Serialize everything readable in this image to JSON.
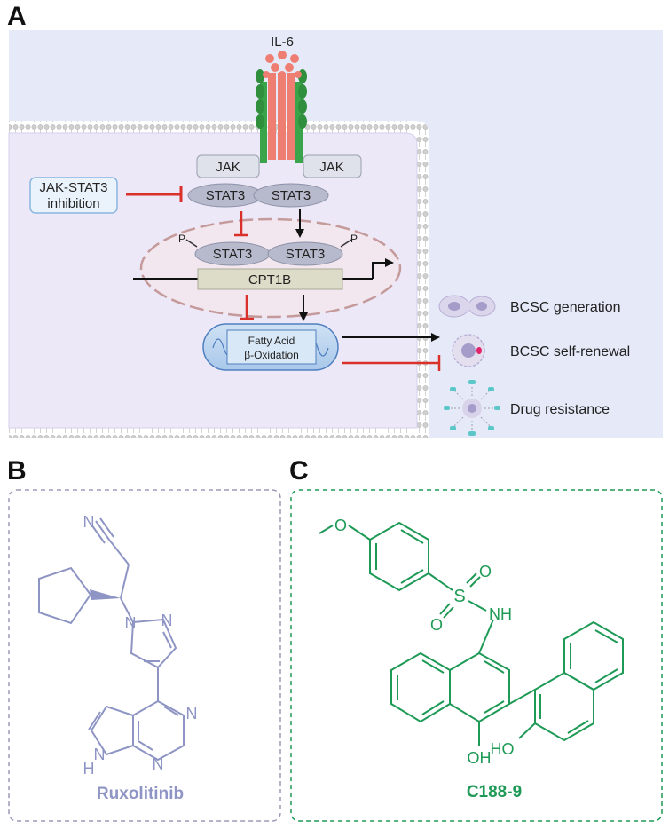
{
  "panels": {
    "a": "A",
    "b": "B",
    "c": "C"
  },
  "pathway": {
    "ligand": "IL-6",
    "jak_left": "JAK",
    "jak_right": "JAK",
    "stat3_cyto_left": "STAT3",
    "stat3_cyto_right": "STAT3",
    "stat3_nuc_left": "STAT3",
    "stat3_nuc_right": "STAT3",
    "phospho_left": "P",
    "phospho_right": "P",
    "gene": "CPT1B",
    "inhibition_line1": "JAK-STAT3",
    "inhibition_line2": "inhibition",
    "mito_line1": "Fatty Acid",
    "mito_line2": "β-Oxidation",
    "outcomes": [
      "BCSC generation",
      "BCSC self-renewal",
      "Drug resistance"
    ]
  },
  "ruxolitinib": {
    "name": "Ruxolitinib",
    "atoms": {
      "nitrile_n": "N",
      "pyrazole_n1": "N",
      "pyrazole_n2": "N",
      "pyrimidine_n1": "N",
      "pyrimidine_n2": "N",
      "pyrrole_nh_n": "N",
      "pyrrole_nh_h": "H"
    }
  },
  "c188": {
    "name": "C188-9",
    "atoms": {
      "methoxy_o": "O",
      "sulfur": "S",
      "sulfonyl_o1": "O",
      "sulfonyl_o2": "O",
      "nh": "NH",
      "oh1": "OH",
      "oh2": "HO"
    }
  },
  "colors": {
    "cell_fill": "#ece8f8",
    "panel_bg": "#e6eaf8",
    "ruxolitinib": "#8e95c4",
    "c188": "#1e9a56",
    "inhibit_red": "#d9302a",
    "receptor_red": "#ef7e72",
    "receptor_green": "#3aa44a"
  }
}
